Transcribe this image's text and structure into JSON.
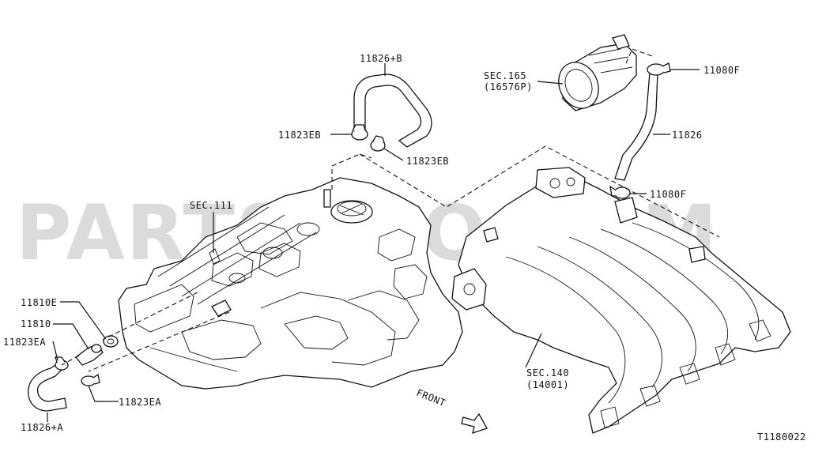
{
  "watermark": "PARTSOUQ.COM",
  "diagram_code": "T1180022",
  "labels": {
    "hose_upper_b": "11826+B",
    "clamp_eb_left": "11823EB",
    "clamp_eb_right": "11823EB",
    "sec165": "SEC.165",
    "sec165_sub": "(16576P)",
    "clamp_f_top": "11080F",
    "hose_right": "11826",
    "clamp_f_mid": "11080F",
    "sec111": "SEC.111",
    "valve_gasket": "11810E",
    "pcv_valve": "11810",
    "clamp_ea_left": "11823EA",
    "clamp_ea_right": "11823EA",
    "hose_lower_a": "11826+A",
    "sec140": "SEC.140",
    "sec140_sub": "(14001)",
    "front": "FRONT"
  }
}
